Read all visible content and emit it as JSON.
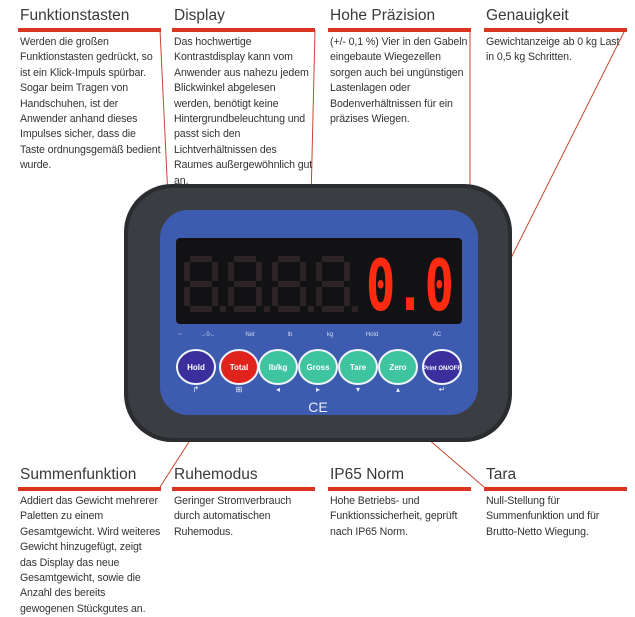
{
  "features_top": [
    {
      "title": "Funktionstasten",
      "text": "Werden die großen Funktionstasten gedrückt, so ist ein Klick-Impuls spürbar. Sogar beim Tragen von Handschuhen, ist der Anwender anhand dieses Impulses sicher, dass die Taste ordnungsgemäß bedient wurde."
    },
    {
      "title": "Display",
      "text": "Das hochwertige Kontrastdisplay kann vom Anwender aus nahezu jedem Blickwinkel abgelesen werden, benötigt keine Hintergrundbeleuchtung und passt sich den Lichtverhältnissen des Raumes außergewöhnlich gut an."
    },
    {
      "title": "Hohe Präzision",
      "text": "(+/- 0,1 %) Vier in den Gabeln eingebaute Wiegezellen sorgen auch bei ungünstigen Lastenlagen oder Bodenverhältnissen für ein präzises Wiegen."
    },
    {
      "title": "Genauigkeit",
      "text": "Gewichtanzeige ab 0 kg Last in 0,5 kg Schritten."
    }
  ],
  "features_bottom": [
    {
      "title": "Summenfunktion",
      "text": "Addiert das Gewicht mehrerer Paletten zu einem Gesamtgewicht. Wird weiteres Gewicht hinzugefügt, zeigt das Display das neue Gesamtgewicht, sowie die Anzahl des bereits gewogenen Stückgutes an."
    },
    {
      "title": "Ruhemodus",
      "text": "Geringer Stromverbrauch durch automatischen Ruhemodus."
    },
    {
      "title": "IP65 Norm",
      "text": "Hohe Betriebs- und Funktionssicherheit, geprüft nach IP65 Norm."
    },
    {
      "title": "Tara",
      "text": "Null-Stellung für Summenfunktion und für Brutto-Netto Wiegung."
    }
  ],
  "device": {
    "display_value": "0.0",
    "indicators": [
      "~",
      "→0←",
      "Net",
      "lb",
      "kg",
      "Hold",
      "AC"
    ],
    "buttons": [
      {
        "label": "Hold",
        "color": "#3b2f9e"
      },
      {
        "label": "Total",
        "color": "#e0231c"
      },
      {
        "label": "lb/kg",
        "color": "#3fc4a0"
      },
      {
        "label": "Gross",
        "color": "#3fc4a0"
      },
      {
        "label": "Tare",
        "color": "#3fc4a0"
      },
      {
        "label": "Zero",
        "color": "#3fc4a0"
      },
      {
        "label": "Print ON/OFF",
        "color": "#3b2f9e"
      }
    ],
    "ce_mark": "CE"
  },
  "colors": {
    "accent": "#d9361f",
    "panel": "#3d5cb0",
    "display_digit": "#ff2a10"
  }
}
